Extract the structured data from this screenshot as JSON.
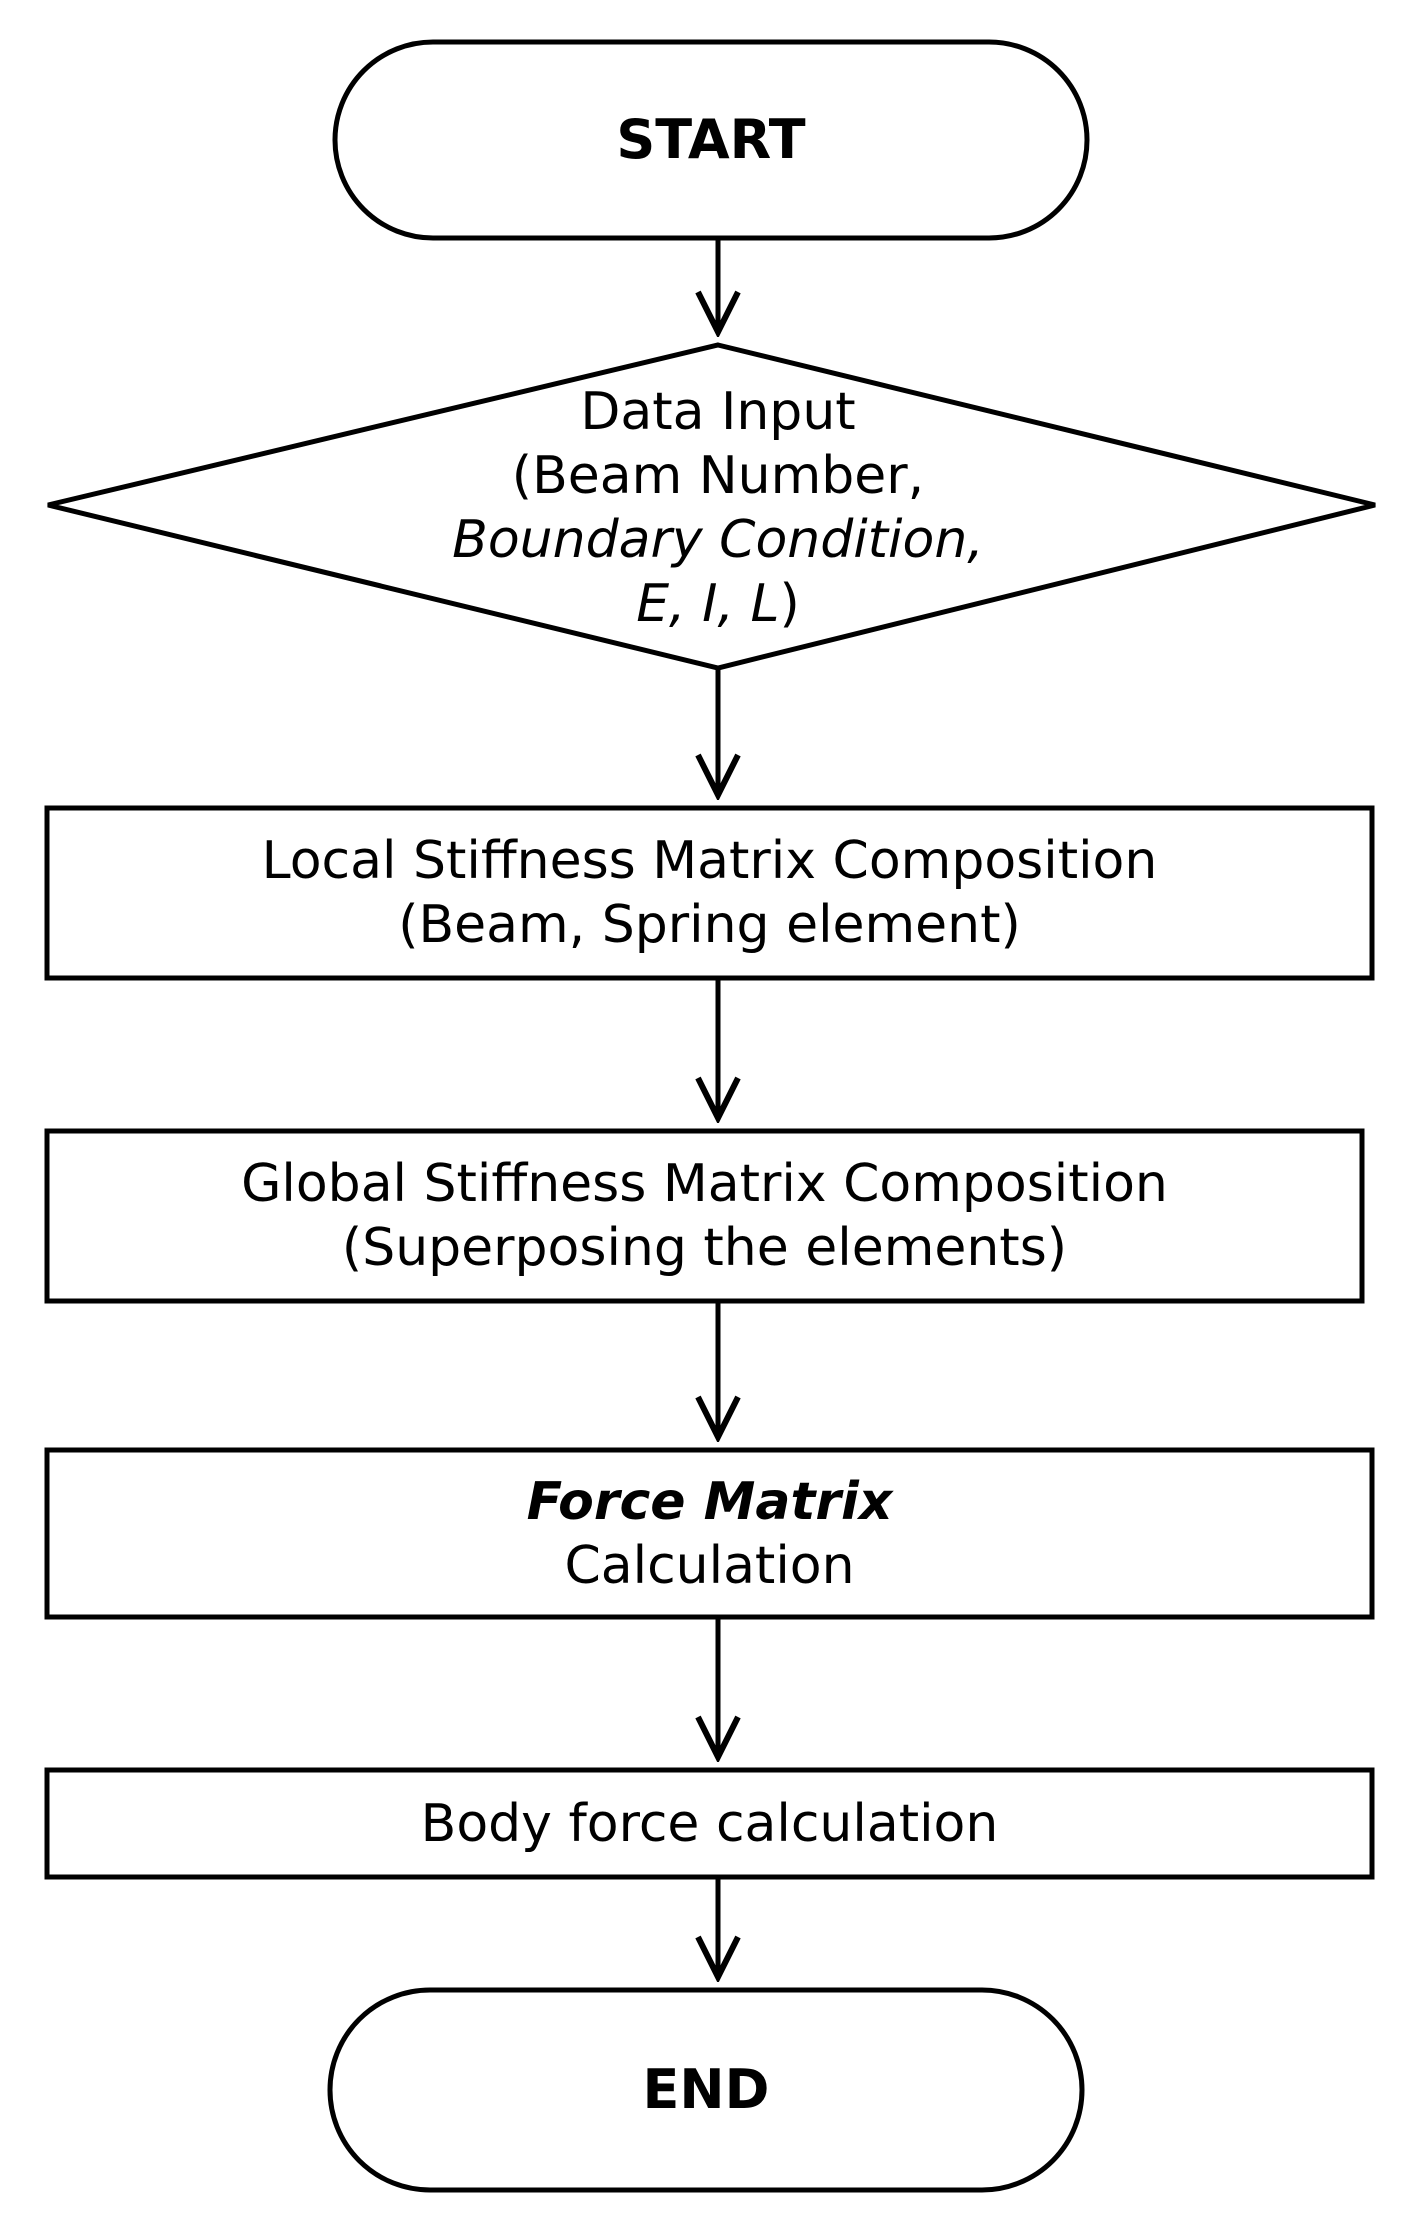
{
  "flowchart": {
    "start": {
      "label": "START"
    },
    "data_input": {
      "line1": "Data Input",
      "line2": "(Beam Number,",
      "line3": "Boundary Condition,",
      "line4_vars": "E,  I,  L",
      "line4_close": ")"
    },
    "local_stiffness": {
      "line1": "Local Stiffness Matrix Composition",
      "line2": "(Beam, Spring element)"
    },
    "global_stiffness": {
      "line1": "Global Stiffness Matrix Composition",
      "line2": "(Superposing the elements)"
    },
    "force_matrix": {
      "line1": "Force Matrix",
      "line2": "Calculation"
    },
    "body_force": {
      "label": "Body force calculation"
    },
    "end": {
      "label": "END"
    }
  },
  "colors": {
    "stroke": "#000000",
    "fill": "#ffffff",
    "text": "#000000"
  }
}
